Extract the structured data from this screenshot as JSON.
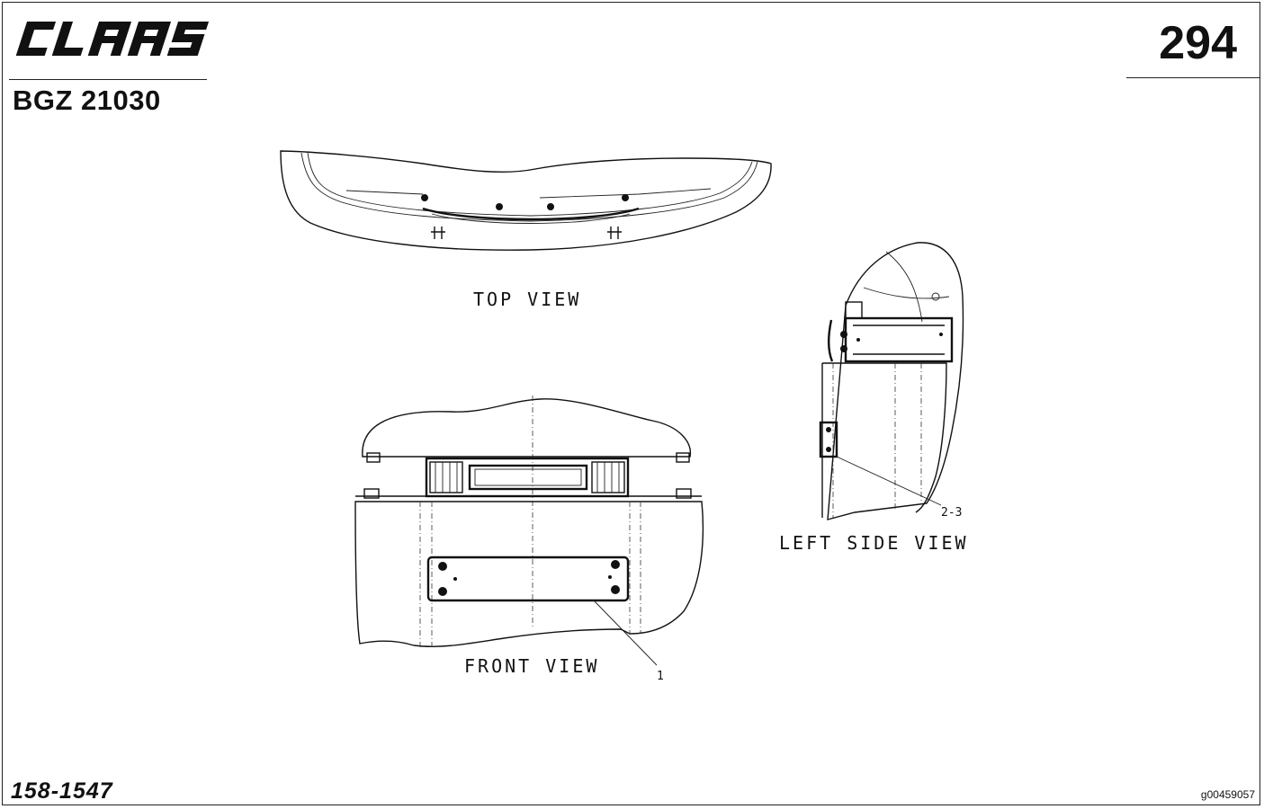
{
  "header": {
    "brand": "CLAAS",
    "document_code": "BGZ 21030",
    "page_number": "294"
  },
  "views": {
    "top": "TOP VIEW",
    "front": "FRONT VIEW",
    "left_side": "LEFT SIDE VIEW"
  },
  "callouts": {
    "front_item": "1",
    "side_items": "2-3"
  },
  "footer": {
    "part_reference": "158-1547",
    "graphic_id": "g00459057"
  }
}
